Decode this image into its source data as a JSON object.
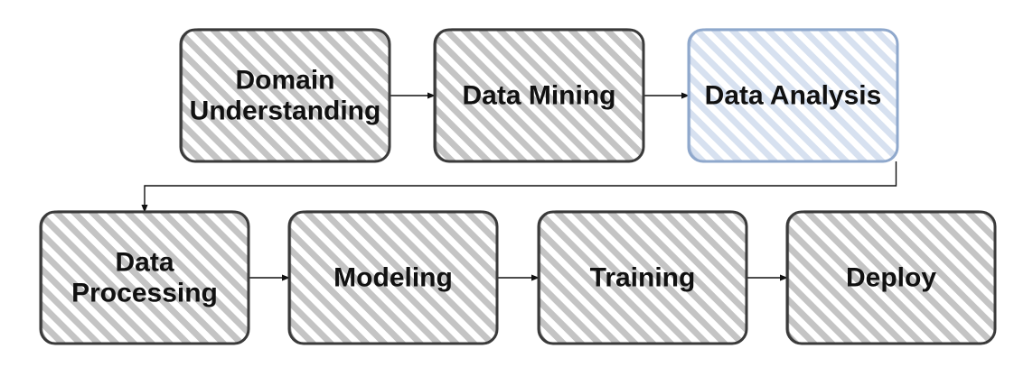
{
  "diagram": {
    "colors": {
      "stroke_default": "#3a3a3a",
      "hatch_default": "#c4c4c4",
      "stroke_highlight": "#8fa8cc",
      "hatch_highlight": "#d7e1f0",
      "arrow": "#111111",
      "text": "#111111"
    },
    "nodes": [
      {
        "id": "domain_understanding",
        "label_lines": [
          "Domain",
          "Understanding"
        ],
        "highlighted": false
      },
      {
        "id": "data_mining",
        "label_lines": [
          "Data Mining"
        ],
        "highlighted": false
      },
      {
        "id": "data_analysis",
        "label_lines": [
          "Data Analysis"
        ],
        "highlighted": true
      },
      {
        "id": "data_processing",
        "label_lines": [
          "Data",
          "Processing"
        ],
        "highlighted": false
      },
      {
        "id": "modeling",
        "label_lines": [
          "Modeling"
        ],
        "highlighted": false
      },
      {
        "id": "training",
        "label_lines": [
          "Training"
        ],
        "highlighted": false
      },
      {
        "id": "deploy",
        "label_lines": [
          "Deploy"
        ],
        "highlighted": false
      }
    ],
    "edges": [
      {
        "from": "domain_understanding",
        "to": "data_mining"
      },
      {
        "from": "data_mining",
        "to": "data_analysis"
      },
      {
        "from": "data_analysis",
        "to": "data_processing"
      },
      {
        "from": "data_processing",
        "to": "modeling"
      },
      {
        "from": "modeling",
        "to": "training"
      },
      {
        "from": "training",
        "to": "deploy"
      }
    ]
  }
}
